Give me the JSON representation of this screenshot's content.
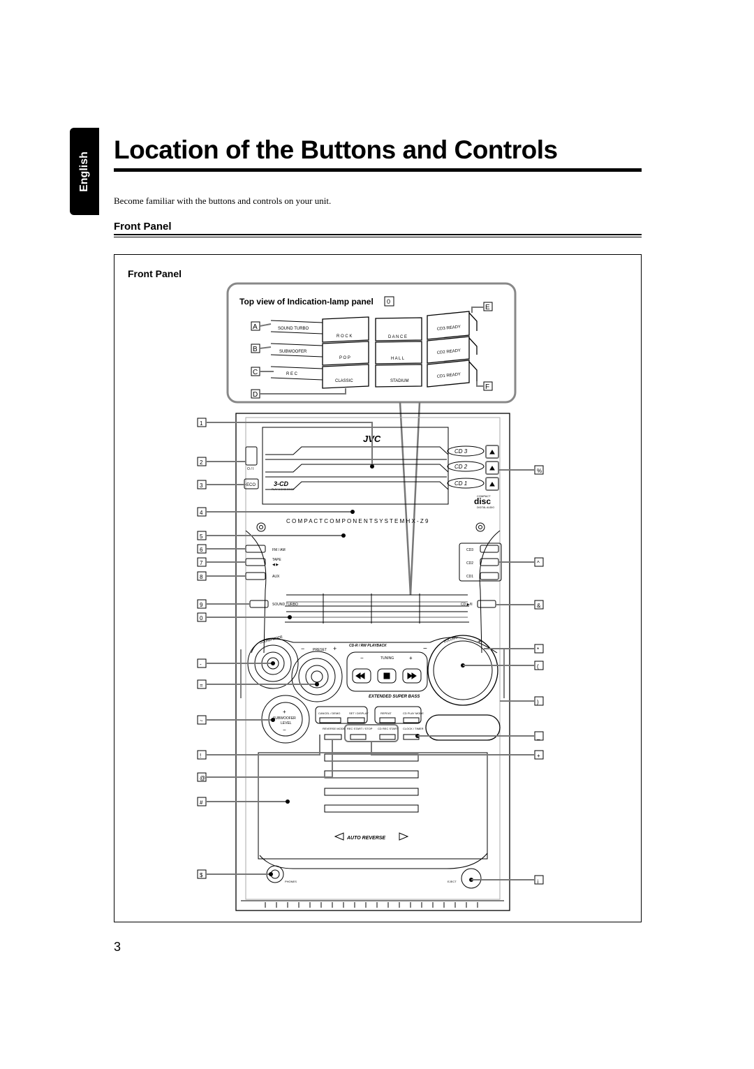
{
  "sidebar": {
    "language": "English"
  },
  "header": {
    "title": "Location of the Buttons and Controls"
  },
  "intro": "Become familiar with the buttons and controls on your unit.",
  "section": {
    "heading": "Front Panel"
  },
  "figure": {
    "heading": "Front Panel",
    "lamp_panel": {
      "title": "Top view of Indication-lamp panel",
      "title_ref": "0",
      "letters": [
        "A",
        "B",
        "C",
        "D",
        "E",
        "F"
      ],
      "lamps": [
        "SOUND TURBO",
        "SUBWOOFER",
        "R E C",
        "CLASSIC",
        "R O C K",
        "P O P",
        "D A N C E",
        "H A L L",
        "STADIUM",
        "CD3 READY",
        "CD2 READY",
        "CD1 READY"
      ]
    },
    "callouts_left": [
      "1",
      "2",
      "3",
      "4",
      "5",
      "6",
      "7",
      "8",
      "9",
      "0",
      "-",
      "=",
      "~",
      "!",
      "@",
      "#",
      "$"
    ],
    "callouts_right": [
      "%",
      "^",
      "&",
      "*",
      "(",
      ")",
      "_",
      "+",
      "¡"
    ],
    "unit": {
      "brand": "JVC",
      "model_line": "C O M P A C T   C O M P O N E N T   S Y S T E M   H X - Z 9",
      "power": "O / I",
      "eco": "ECO",
      "changer_logo": "3-CD",
      "changer_sub": "PLAY & EXCHANGE",
      "compact_disc": [
        "COMPACT",
        "disc",
        "DIGITAL AUDIO"
      ],
      "cd_trays": [
        "CD 3",
        "CD 2",
        "CD 1"
      ],
      "sources": [
        "FM / AM",
        "TAPE",
        "AUX"
      ],
      "tape_arrows": "◀ ▶",
      "cd_buttons": [
        "CD3",
        "CD2",
        "CD1"
      ],
      "sound_turbo": "SOUND TURBO",
      "cd_play": "CD ▶/II",
      "sound_mode": "SOUND MODE",
      "preset": "PRESET",
      "playback": "CD-R / RW  PLAYBACK",
      "tuning": "TUNING",
      "volume": "VOLUME",
      "bass": "EXTENDED SUPER BASS",
      "subwoofer": "SUBWOOFER",
      "level": "LEVEL",
      "controls": [
        "CANCEL / DEMO",
        "SET / DISPLAY",
        "REPEAT",
        "CD PLAY MODE",
        "REVERSE MODE",
        "REC START / STOP",
        "CD REC START",
        "CLOCK / TIMER"
      ],
      "auto_reverse": "AUTO REVERSE",
      "phones": "PHONES",
      "eject": "EJECT"
    }
  },
  "page_number": "3"
}
